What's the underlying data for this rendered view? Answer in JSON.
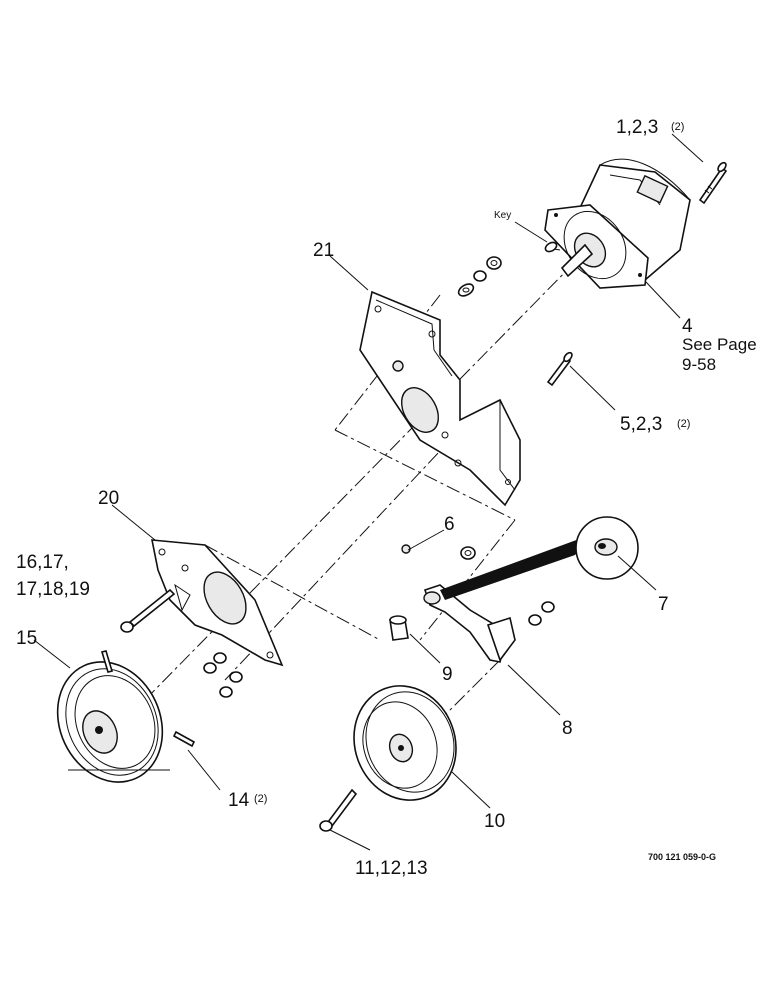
{
  "figure_code": "700 121 059-0-G",
  "callouts": {
    "c_1_2_3": {
      "text": "1,2,3",
      "sup": "(2)"
    },
    "c_key": {
      "text": "Key"
    },
    "c_21": {
      "text": "21"
    },
    "c_4": {
      "text": "4"
    },
    "c_see_page": {
      "text": "See Page"
    },
    "c_page_ref": {
      "text": "9-58"
    },
    "c_5_2_3": {
      "text": "5,2,3",
      "sup": "(2)"
    },
    "c_20": {
      "text": "20"
    },
    "c_16_17": {
      "text": "16,17,"
    },
    "c_17_18_19": {
      "text": "17,18,19"
    },
    "c_6": {
      "text": "6"
    },
    "c_7": {
      "text": "7"
    },
    "c_15": {
      "text": "15"
    },
    "c_9": {
      "text": "9"
    },
    "c_8": {
      "text": "8"
    },
    "c_14": {
      "text": "14",
      "sup": "(2)"
    },
    "c_10": {
      "text": "10"
    },
    "c_11_12_13": {
      "text": "11,12,13"
    }
  }
}
